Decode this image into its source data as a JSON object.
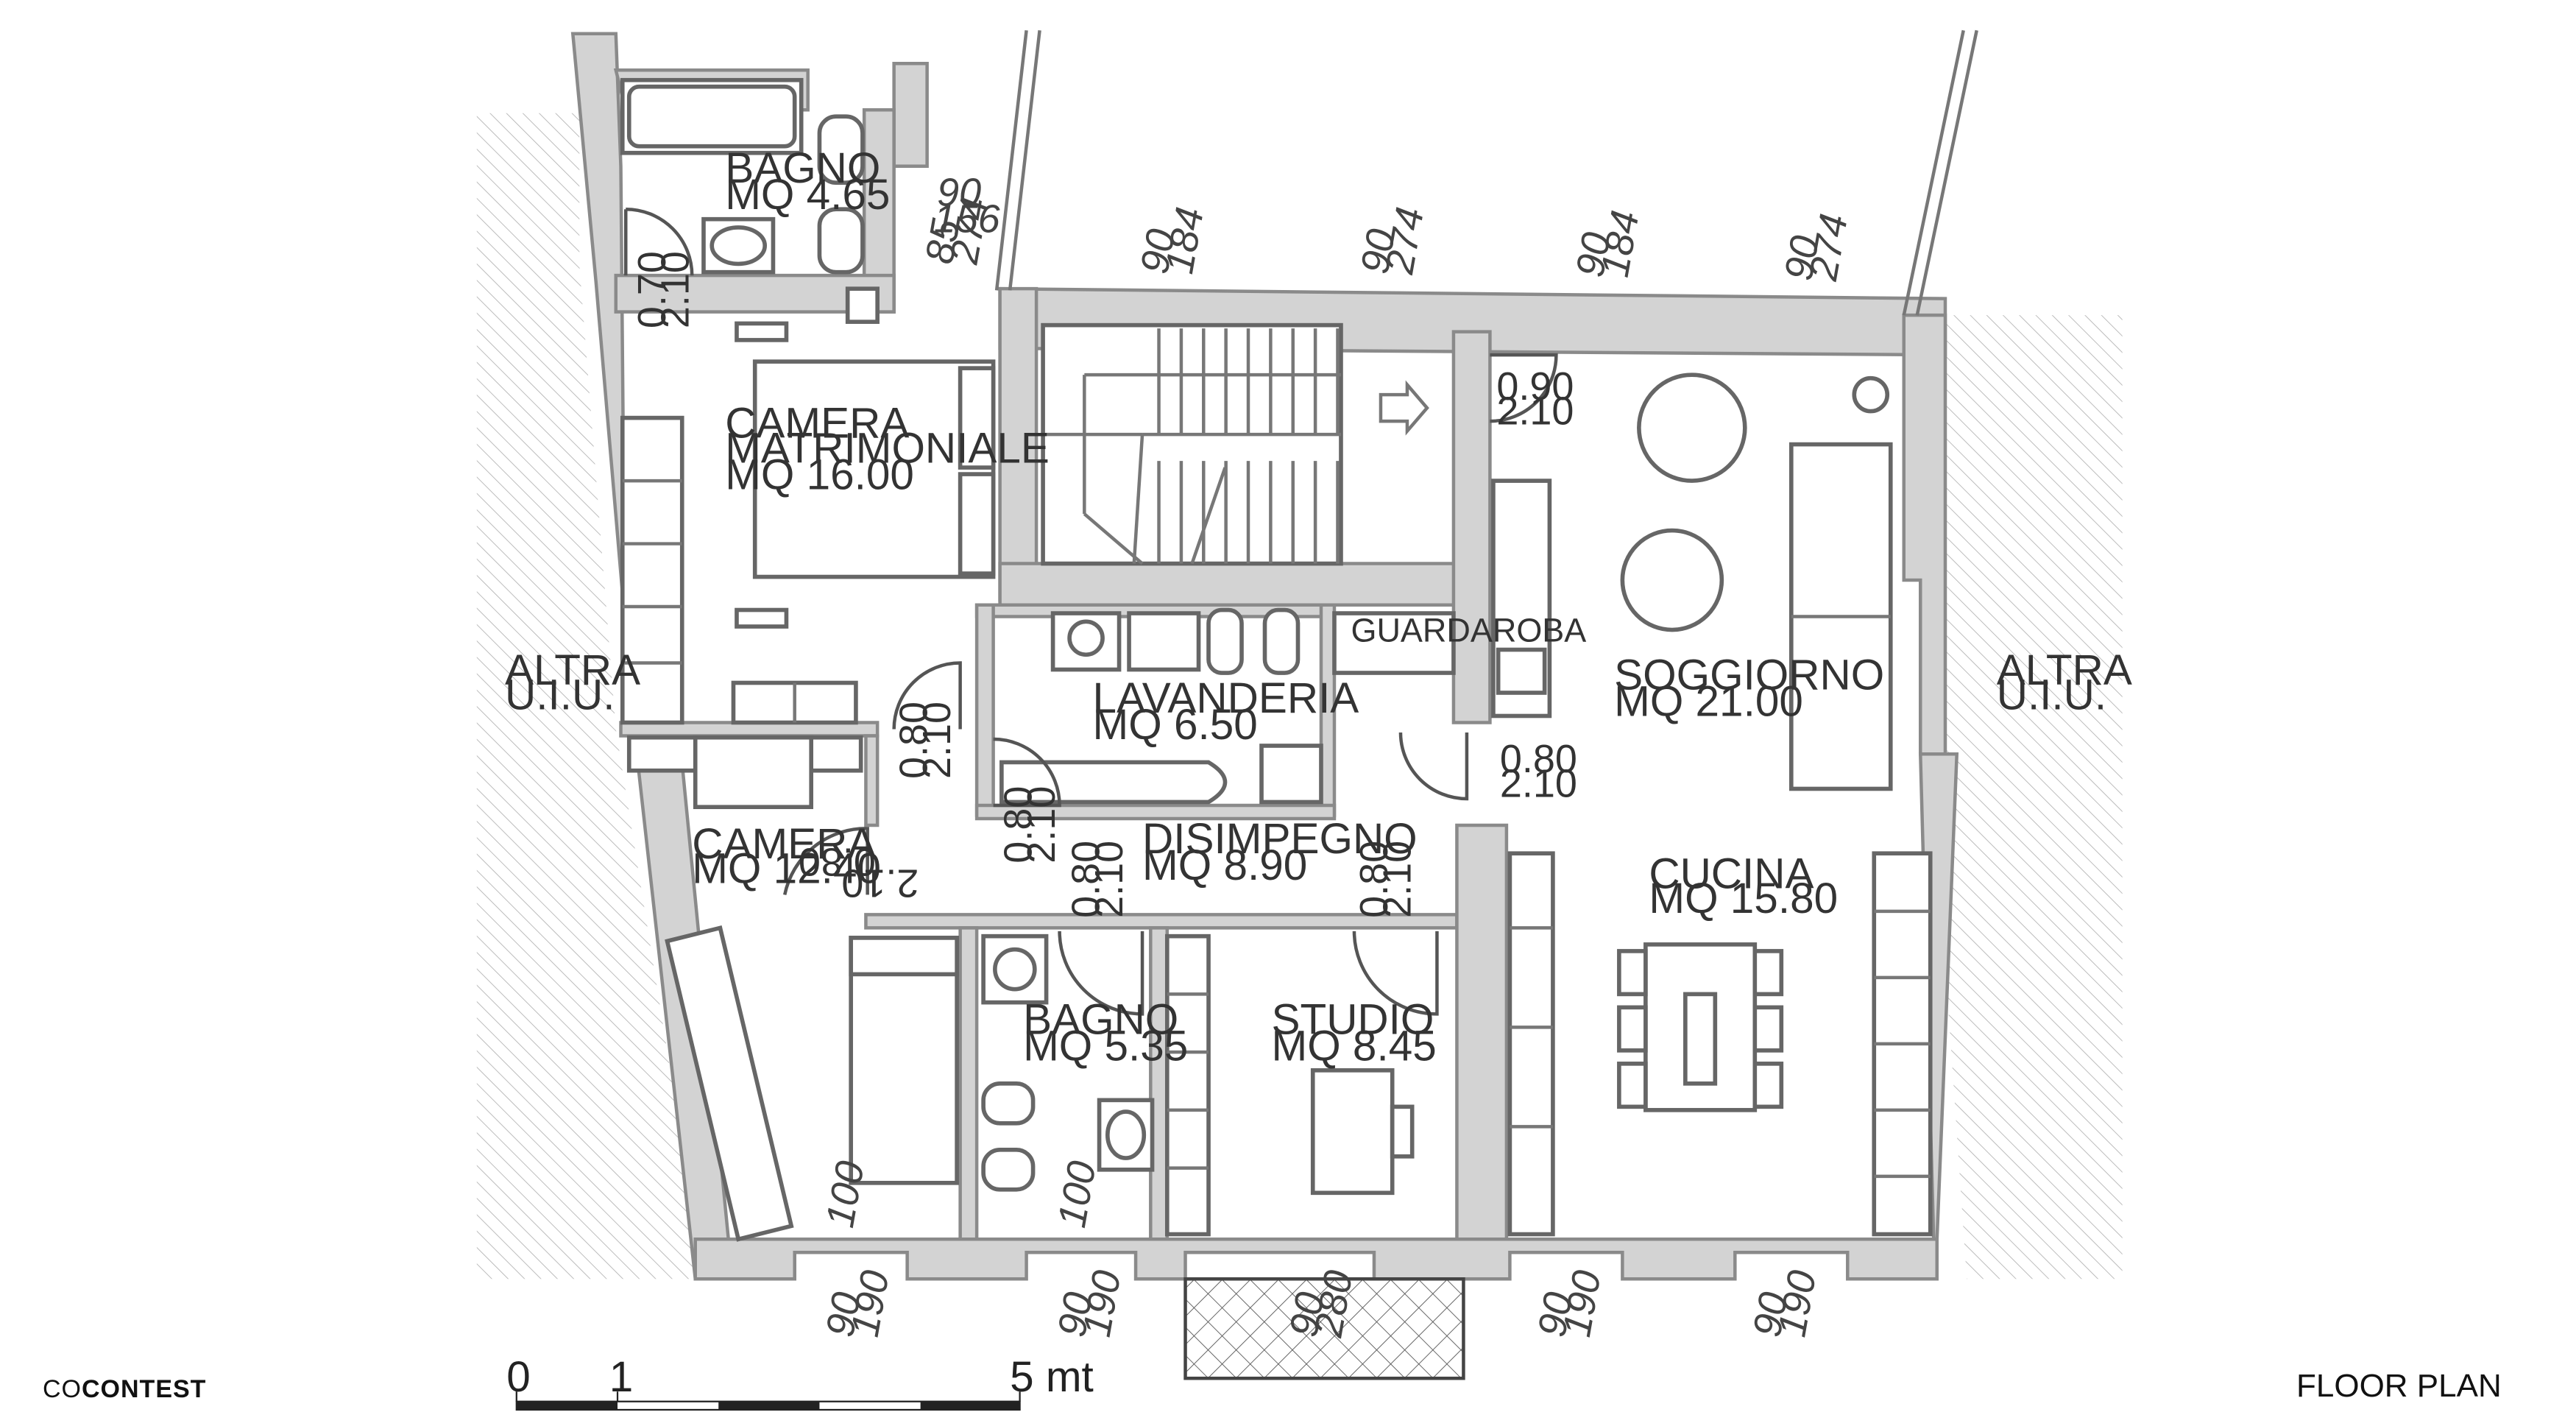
{
  "brand": {
    "prefix": "CO",
    "name": "CONTEST"
  },
  "title": "FLOOR PLAN",
  "scale": {
    "labels": [
      "0",
      "1",
      "5 mt"
    ]
  },
  "rooms": [
    {
      "name": "BAGNO",
      "area": "MQ 4.65"
    },
    {
      "name": "CAMERA",
      "name2": "MATRIMONIALE",
      "area": "MQ 16.00"
    },
    {
      "name": "LAVANDERIA",
      "area": "MQ 6.50"
    },
    {
      "name": "GUARDAROBA"
    },
    {
      "name": "SOGGIORNO",
      "area": "MQ 21.00"
    },
    {
      "name": "CAMERA",
      "area": "MQ 12.40"
    },
    {
      "name": "DISIMPEGNO",
      "area": "MQ 8.90"
    },
    {
      "name": "BAGNO",
      "area": "MQ 5.35"
    },
    {
      "name": "STUDIO",
      "area": "MQ 8.45"
    },
    {
      "name": "CUCINA",
      "area": "MQ 15.80"
    }
  ],
  "neighbors": [
    {
      "line1": "ALTRA",
      "line2": "U.I.U."
    },
    {
      "line1": "ALTRA",
      "line2": "U.I.U."
    }
  ],
  "doors": [
    {
      "w": "0.70",
      "h": "2.10"
    },
    {
      "w": "0.90",
      "h": "2.10"
    },
    {
      "w": "0.80",
      "h": "2.10"
    },
    {
      "w": "0.80",
      "h": "2.10"
    },
    {
      "w": "0.80",
      "h": "2.10"
    },
    {
      "w": "0.80",
      "h": "2.10"
    },
    {
      "w": "0.80",
      "h": "2.10"
    },
    {
      "w": "0.80",
      "h": "2.10"
    }
  ],
  "windows_top": [
    {
      "a": "90",
      "b": "184"
    },
    {
      "a": "90",
      "b": "274"
    },
    {
      "a": "90",
      "b": "184"
    },
    {
      "a": "90",
      "b": "274"
    }
  ],
  "bath_window": {
    "a": "90",
    "b": "156",
    "c": "85",
    "d": "274"
  },
  "windows_bottom": [
    {
      "a": "90",
      "b": "190"
    },
    {
      "a": "90",
      "b": "190"
    },
    {
      "a": "90",
      "b": "280"
    },
    {
      "a": "90",
      "b": "190"
    },
    {
      "a": "90",
      "b": "190"
    }
  ],
  "sill_labels": [
    "100",
    "100"
  ]
}
